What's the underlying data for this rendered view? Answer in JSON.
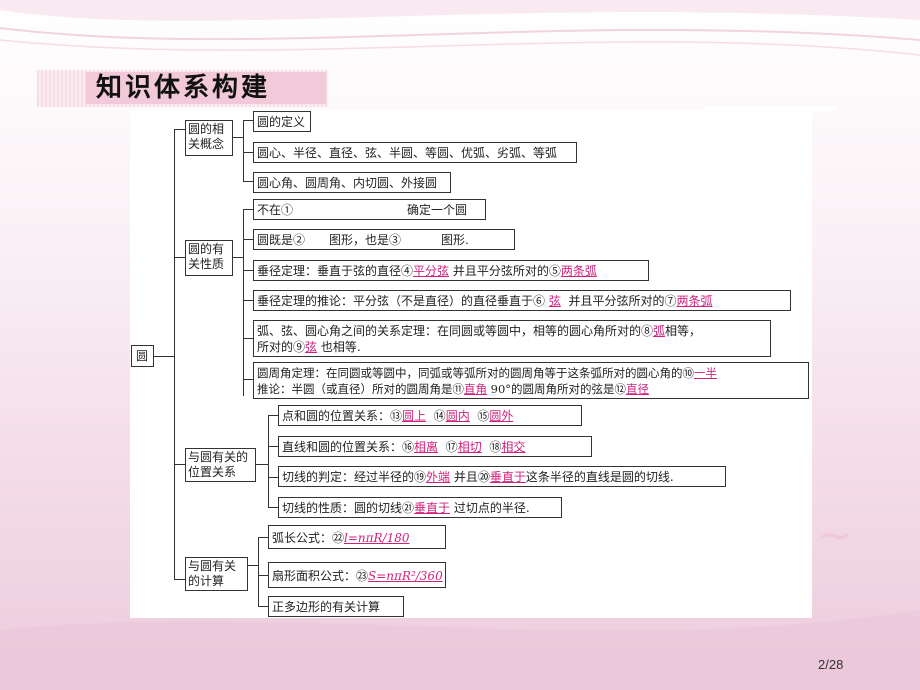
{
  "title": "知识体系构建",
  "root": "圆",
  "categories": [
    "圆的相\n关概念",
    "圆的有\n关性质",
    "与圆有关的\n位置关系",
    "与圆有关\n的计算"
  ],
  "concepts": {
    "c1": "圆的定义",
    "c2": "圆心、半径、直径、弦、半圆、等圆、优弧、劣弧、等弧",
    "c3": "圆心角、圆周角、内切圆、外接圆"
  },
  "properties": {
    "p1a": "不在①",
    "p1b": "确定一个圆",
    "p2a": "圆既是②",
    "p2b": "图形，也是③",
    "p2c": "图形.",
    "p3a": "垂径定理：垂直于弦的直径④",
    "p3b": "平分弦",
    "p3c": "并且平分弦所对的⑤",
    "p3d": "两条弧",
    "p4a": "垂径定理的推论：平分弦（不是直径）的直径垂直于⑥",
    "p4b": "弦",
    "p4c": "并且平分弦所对的⑦",
    "p4d": "两条弧",
    "p5a": "弧、弦、圆心角之间的关系定理：在同圆或等圆中，相等的圆心角所对的⑧",
    "p5b": "弧",
    "p5c": "相等，",
    "p5d": "所对的⑨",
    "p5e": "弦",
    "p5f": "也相等.",
    "p6a": "圆周角定理：在同圆或等圆中，同弧或等弧所对的圆周角等于这条弧所对的圆心角的⑩",
    "p6b": "一半",
    "p6c": "推论：半圆（或直径）所对的圆周角是⑪",
    "p6d": "直角",
    "p6e": "90°",
    "p6f": "的圆周角所对的弦是⑫",
    "p6g": "直径"
  },
  "positions": {
    "q1a": "点和圆的位置关系：⑬",
    "q1b": "圆上",
    "q1c": "⑭",
    "q1d": "圆内",
    "q1e": "⑮",
    "q1f": "圆外",
    "q2a": "直线和圆的位置关系：⑯",
    "q2b": "相离",
    "q2c": "⑰",
    "q2d": "相切",
    "q2e": "⑱",
    "q2f": "相交",
    "q3a": "切线的判定：经过半径的⑲",
    "q3b": "外端",
    "q3c": "并且⑳",
    "q3d": "垂直于",
    "q3e": "这条半径的直线是圆的切线.",
    "q4a": "切线的性质：圆的切线㉑",
    "q4b": "垂直于",
    "q4c": "过切点的半径."
  },
  "calc": {
    "k1a": "弧长公式：㉒",
    "k1b": "l=nπR/180",
    "k2a": "扇形面积公式：㉓",
    "k2b": "S=nπR²/360",
    "k3": "正多边形的有关计算"
  },
  "page_number": "2/28",
  "colors": {
    "answer": "#d1237d",
    "title_band": "#f1c9d9"
  }
}
